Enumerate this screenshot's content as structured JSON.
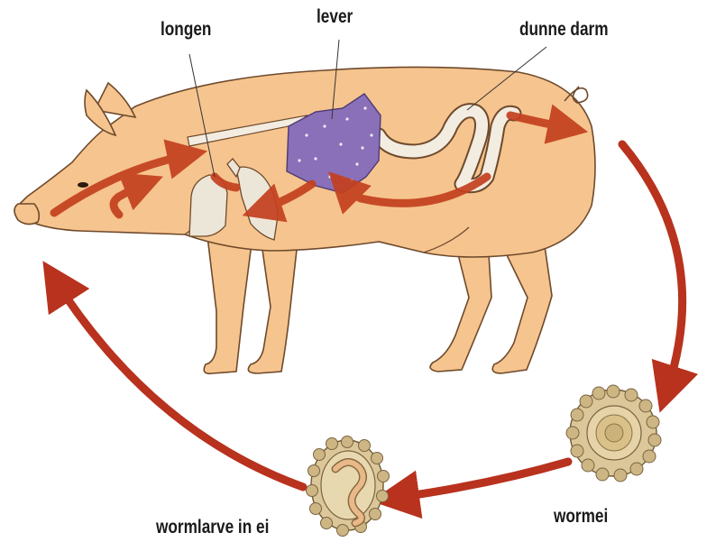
{
  "labels": {
    "lungs": "longen",
    "liver": "lever",
    "small_intestine": "dunne darm",
    "worm_egg": "wormei",
    "larva_in_egg": "wormlarve in ei"
  },
  "colors": {
    "pig_body": "#f6c48e",
    "pig_outline": "#6e4a2c",
    "liver": "#8a70b8",
    "arrow": "#b8321e",
    "egg_shell": "#dcc79a",
    "lungs": "#ece6d8"
  }
}
